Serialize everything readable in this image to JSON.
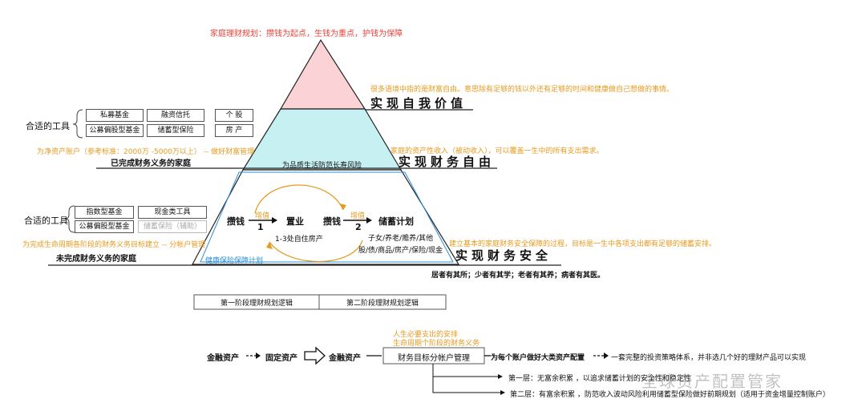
{
  "title": "家庭理财规划：攒钱为起点，生钱为重点，护钱为保障",
  "levels": {
    "top": {
      "note": "很多语境中指的是财富自由。意思除有足够的钱以外还有足够的时间和健康做自己想做的事情。",
      "label": "实现自我价值"
    },
    "middle": {
      "note": "家庭的资产性收入（被动收入），可以覆盖一生中的所有支出需求。",
      "label": "实现财务自由",
      "inside": "为品质生活防范长寿风险"
    },
    "bottom": {
      "note": "建立基本的家庭财务安全保障的过程，目标是一生中各项支出都有足够的储蓄安排。",
      "label": "实现财务安全",
      "motto": "居者有其所；少者有其学；老者有其养；病者有其医。",
      "inside": "健康保险保障计划"
    }
  },
  "upper_left": {
    "tools_label": "合适的工具",
    "tools": [
      "私募基金",
      "融资信托",
      "个 股",
      "公募偏股型基金",
      "储蓄型保险",
      "房 产"
    ],
    "note": "为净资产账户（参考标准：2000万 -5000万以上） -- 做好财富管理",
    "family": "已完成财务义务的家庭"
  },
  "lower_left": {
    "tools_label": "合适的工具",
    "tools": [
      "指数型基金",
      "现金类工具",
      "公募偏股型基金",
      "储蓄保险（辅助）"
    ],
    "note": "为完成生命周期各阶段的财务义务目标建立 -- 分帐户管理",
    "family": "未完成财务义务的家庭"
  },
  "cycle": {
    "save1": "攒钱",
    "grow1": "增值",
    "num1": "1",
    "buy": "置业",
    "buy_note": "1-3处自住房产",
    "save2": "攒钱",
    "grow2": "增值",
    "num2": "2",
    "plan": "储蓄计划",
    "plan_note1": "子女/养老/赡养/其他",
    "plan_note2": "股/债/商品/房产/保险/现金"
  },
  "tabs": [
    "第一阶段理财规划逻辑",
    "第二阶段理财规划逻辑"
  ],
  "flow": {
    "a": "金融资产",
    "b": "固定资产",
    "c": "金融资产",
    "box": "财务目标分帐户管理",
    "box_note1": "人生必要支出的安排",
    "box_note2": "生命周期个阶段的财务义务",
    "config": "为每个账户做好大类资产配置",
    "result": "一套完整的投资策略体系，并非选几个好的理财产品可以实现",
    "layer1": "第一层：无富余积累 ，以追求储蓄计划的安全性和稳定性",
    "layer2": "第二层：有富余积累 ，防范收入波动风险利用储蓄型保险做好前期规划（适用于资金增量控制账户）"
  },
  "watermark": "全球资产配置管家",
  "colors": {
    "top_fill": "#fbd3d6",
    "mid_fill": "#c7f0f3",
    "orange": "#e69a1e",
    "red": "#e8423a",
    "blue": "#2a8fd8"
  }
}
